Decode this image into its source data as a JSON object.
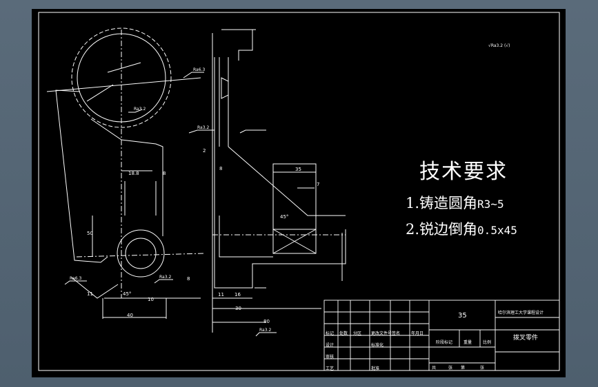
{
  "drawing": {
    "tech_req": {
      "title": "技术要求",
      "item1_cn": "1.铸造圆角",
      "item1_val": "R3~5",
      "item2_cn": "2.锐边倒角",
      "item2_val": "0.5x45"
    },
    "surface_note": "√Ra3.2 (√)",
    "dimensions": {
      "d35": "35",
      "d7": "7",
      "d45deg": "45°",
      "d2": "2",
      "d8": "8",
      "d18_8": "18.8",
      "d8b": "8",
      "d50": "50",
      "d40": "40",
      "d10": "10",
      "d11": "11",
      "d45b": "45°",
      "d30": "30",
      "d80": "80",
      "d16": "16",
      "d11b": "11",
      "d8c": "8"
    },
    "roughness": {
      "r1": "Ra6.3",
      "r2": "Ra3.2",
      "r3": "Ra3.2",
      "r4": "Ra6.3",
      "r5": "Ra3.2",
      "r6": "Ra3.2"
    },
    "title_block": {
      "material": "35",
      "university": "哈尔滨理工大学课程设计",
      "part_name": "拨叉零件",
      "stage_mark": "阶段标记",
      "weight": "重量",
      "scale": "比例",
      "sheet_total": "共",
      "sheet_unit": "张",
      "sheet_no": "第",
      "sheet_unit2": "张",
      "r_mark": "标记",
      "r_count": "处数",
      "r_zone": "分区",
      "r_change": "更改文件号",
      "r_sign": "签名",
      "r_date": "年月日",
      "r_design": "设计",
      "r_std": "标准化",
      "r_check": "审核",
      "r_process": "工艺",
      "r_approve": "批准"
    }
  }
}
